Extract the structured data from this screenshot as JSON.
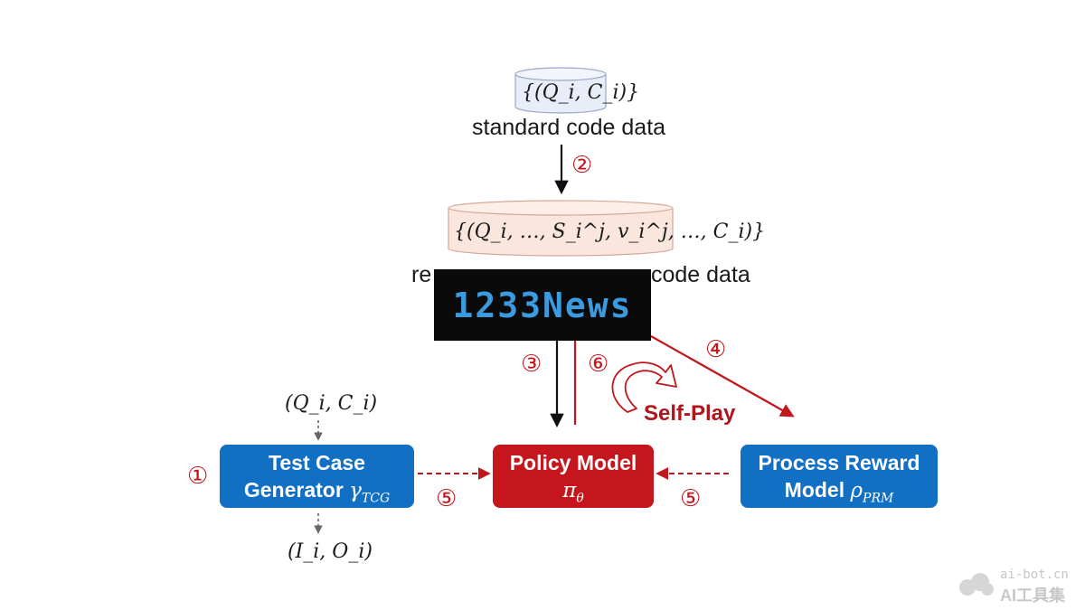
{
  "top_store": {
    "formula": "{(Q_i, C_i)}",
    "caption": "standard code data"
  },
  "mid_store": {
    "formula": "{(Q_i, …, S_i^j, v_i^j, …, C_i)}",
    "caption_left": "re",
    "caption_right": "code data"
  },
  "steps": {
    "s1": "①",
    "s2": "②",
    "s3": "③",
    "s4": "④",
    "s5a": "⑤",
    "s5b": "⑤",
    "s6": "⑥"
  },
  "boxes": {
    "tcg": {
      "line1": "Test Case",
      "line2": "Generator",
      "symbol": "γ",
      "subscript": "TCG"
    },
    "policy": {
      "line1": "Policy Model",
      "symbol": "π",
      "subscript": "θ"
    },
    "prm": {
      "line1": "Process Reward",
      "line2": "Model",
      "symbol": "ρ",
      "subscript": "PRM"
    }
  },
  "tcg_input": "(Q_i, C_i)",
  "tcg_output": "(I_i, O_i)",
  "self_play": "Self-Play",
  "overlay": {
    "text": "1233News"
  },
  "watermark": {
    "line1": "ai-bot.cn",
    "line2": "AI工具集"
  },
  "colors": {
    "blue_box": "#1170c4",
    "red_box": "#c4161c",
    "red_arrow": "#c0161c",
    "top_store_fill": "#e8edf7",
    "mid_store_fill": "#fbe6de"
  }
}
